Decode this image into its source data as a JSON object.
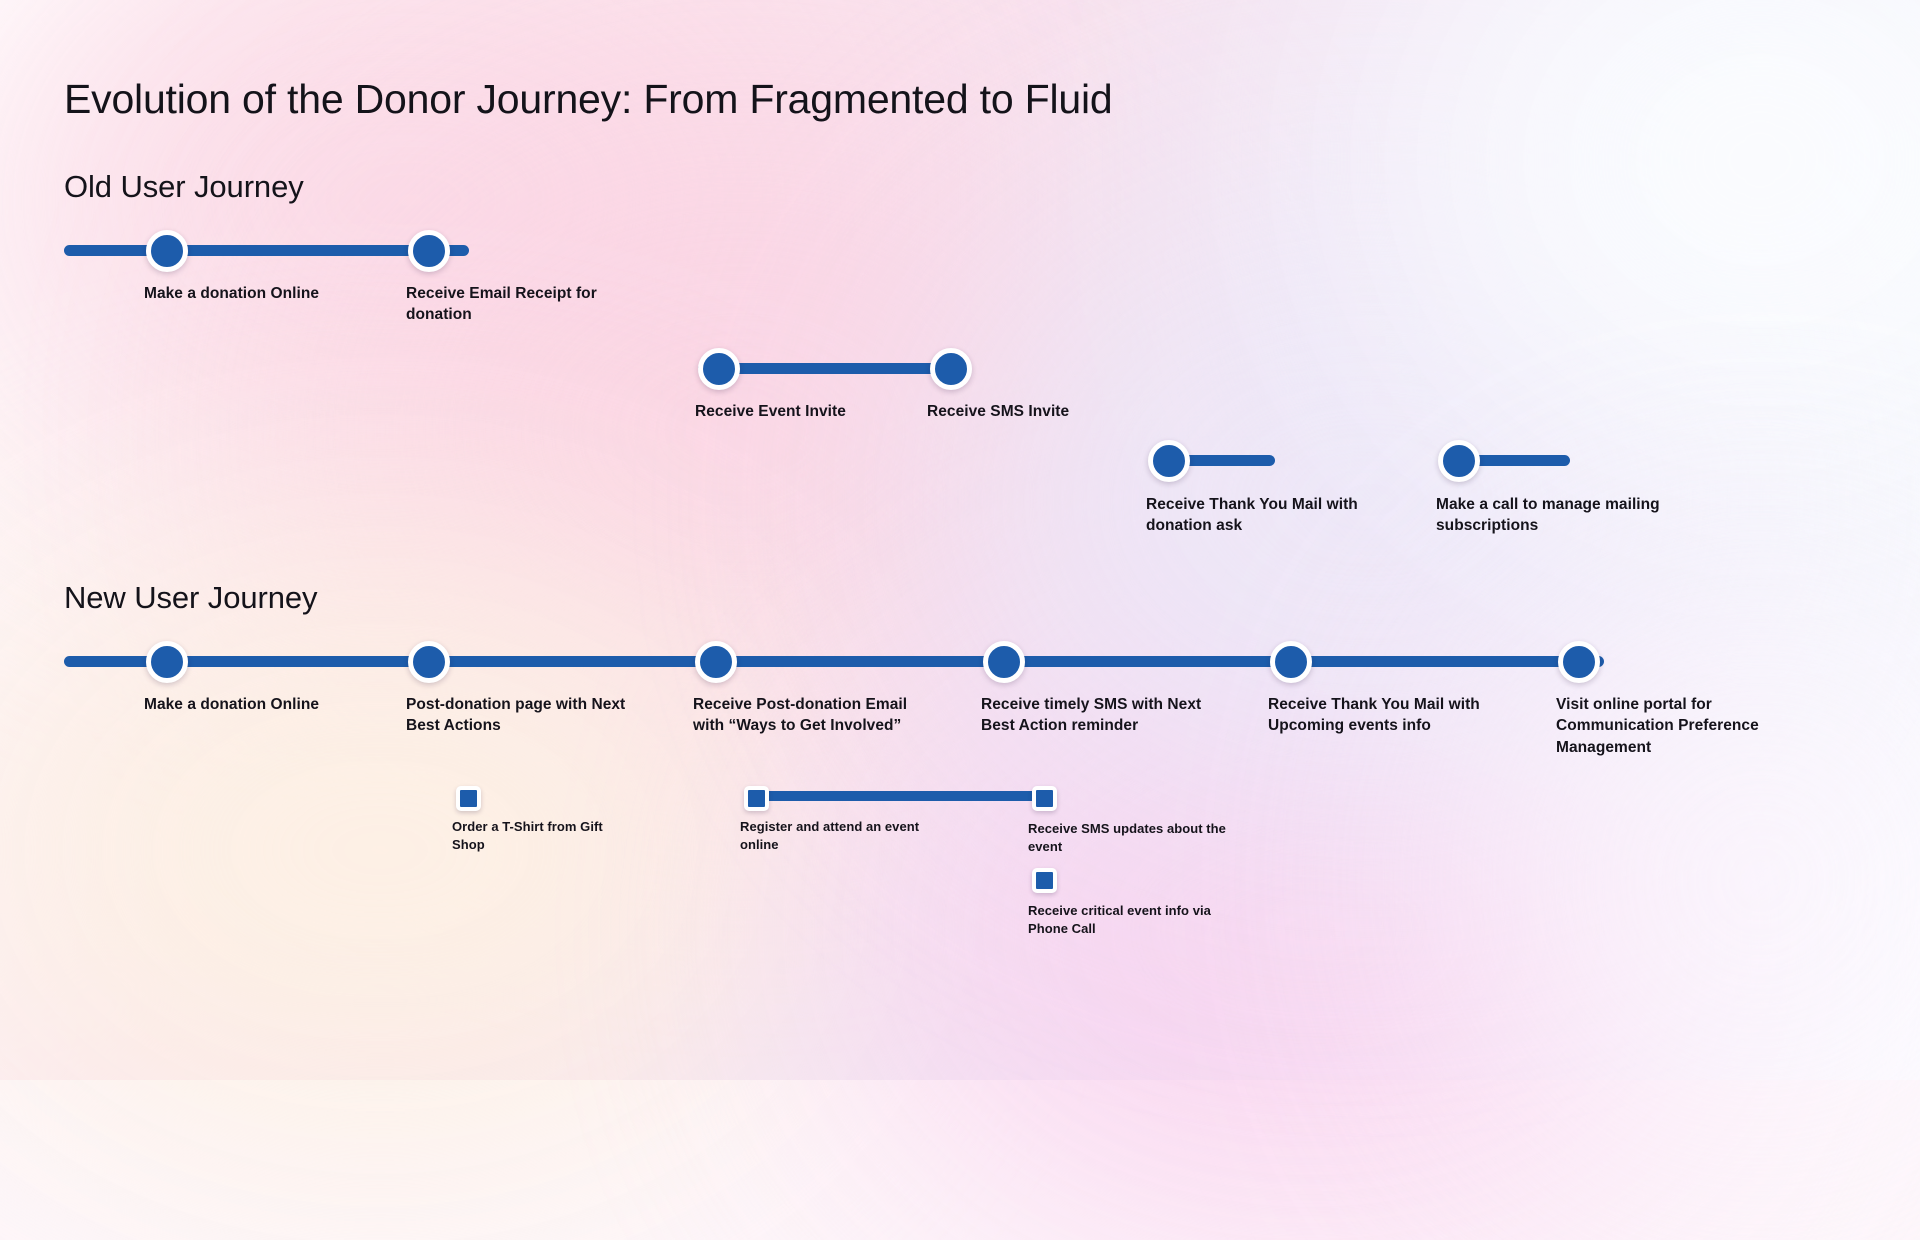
{
  "page": {
    "title": "Evolution of the Donor Journey: From Fragmented to Fluid",
    "accent_color": "#1d5cab",
    "node_ring_color": "#ffffff",
    "text_color": "#15131b"
  },
  "sections": [
    {
      "id": "old",
      "heading": "Old User Journey",
      "rows": [
        {
          "nodes": [
            {
              "label": "Make a donation Online"
            },
            {
              "label": "Receive Email Receipt for donation"
            }
          ]
        },
        {
          "nodes": [
            {
              "label": "Receive Event Invite"
            },
            {
              "label": "Receive SMS Invite"
            }
          ]
        },
        {
          "nodes": [
            {
              "label": "Receive Thank You Mail with donation ask"
            },
            {
              "label": "Make a call to manage mailing subscriptions"
            }
          ]
        }
      ]
    },
    {
      "id": "new",
      "heading": "New User Journey",
      "nodes": [
        {
          "label": "Make a donation Online"
        },
        {
          "label": "Post-donation page with Next Best Actions"
        },
        {
          "label": "Receive Post-donation Email with “Ways to Get Involved”"
        },
        {
          "label": "Receive timely SMS with Next Best Action reminder"
        },
        {
          "label": "Receive Thank You Mail with Upcoming events info"
        },
        {
          "label": "Visit online portal for Communication Preference Management"
        }
      ],
      "sub_nodes": [
        {
          "label": "Order a T-Shirt from Gift Shop"
        },
        {
          "label": "Register and attend an event online"
        },
        {
          "label": "Receive SMS updates about the event"
        },
        {
          "label": "Receive critical event info via Phone Call"
        }
      ]
    }
  ]
}
